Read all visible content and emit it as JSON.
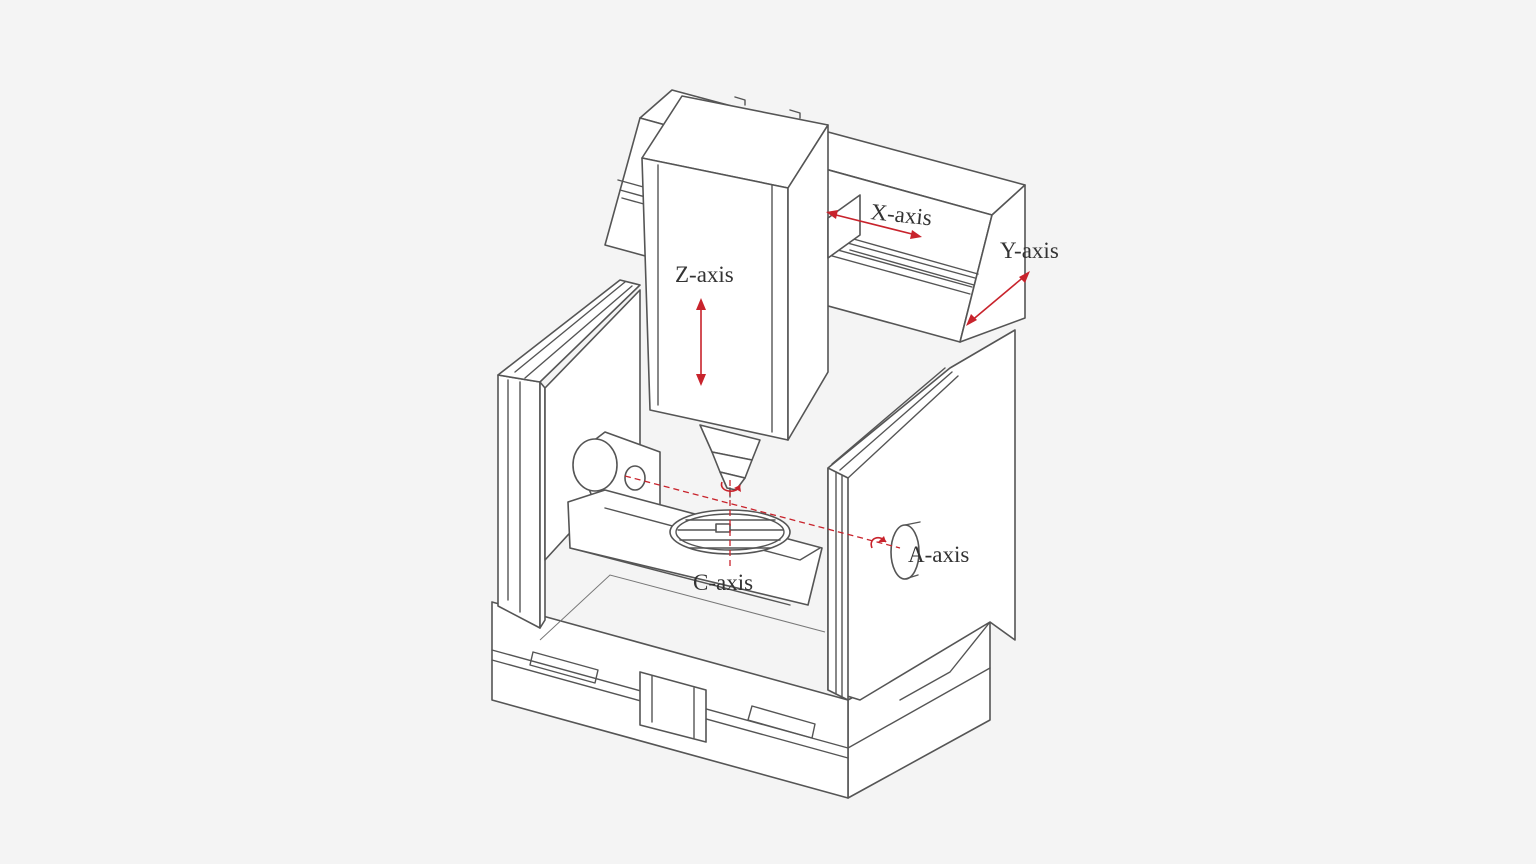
{
  "diagram": {
    "labels": {
      "x_axis": "X-axis",
      "y_axis": "Y-axis",
      "z_axis": "Z-axis",
      "a_axis": "A-axis",
      "c_axis": "C-axis"
    },
    "colors": {
      "background": "#f4f4f4",
      "line": "#555555",
      "axis_marker": "#c8232c"
    }
  }
}
